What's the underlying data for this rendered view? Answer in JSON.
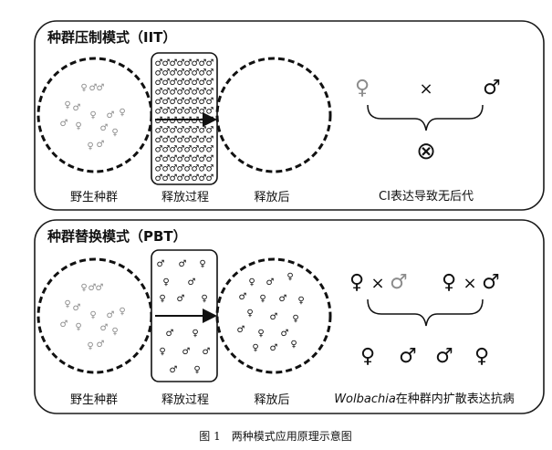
{
  "panels": {
    "iit": {
      "title": "种群压制模式（IIT）",
      "stage_wild": "野生种群",
      "stage_release": "释放过程",
      "stage_after": "释放后",
      "result_text": "CI表达导致无后代",
      "cross_female": "♀",
      "cross_sign": "×",
      "cross_male": "♂",
      "null_symbol": "⊗"
    },
    "pbt": {
      "title": "种群替换模式（PBT）",
      "stage_wild": "野生种群",
      "stage_release": "释放过程",
      "stage_after": "释放后",
      "result_prefix": "Wolbachia",
      "result_suffix": "在种群内扩散表达抗病",
      "cross_sign": "×",
      "female": "♀",
      "male": "♂"
    }
  },
  "caption": {
    "figure_label": "图 1",
    "text": "两种模式应用原理示意图"
  },
  "colors": {
    "wild_symbol": "#8c8c8c",
    "released_symbol": "#111111",
    "outline": "#111111"
  }
}
